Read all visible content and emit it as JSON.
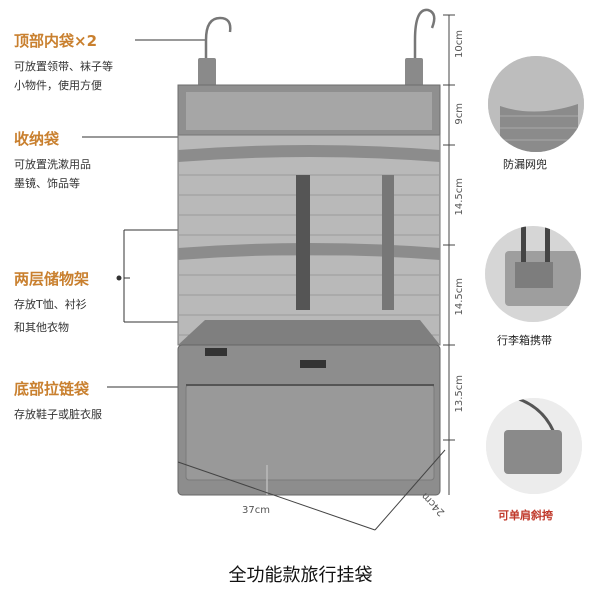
{
  "left_labels": [
    {
      "title": "顶部内袋×2",
      "lines": [
        "可放置领带、袜子等",
        "小物件，使用方便"
      ]
    },
    {
      "title": "收纳袋",
      "lines": [
        "可放置洗漱用品",
        "墨镜、饰品等"
      ]
    },
    {
      "title": "两层储物架",
      "lines": [
        "存放T恤、衬衫",
        "和其他衣物"
      ]
    },
    {
      "title": "底部拉链袋",
      "lines": [
        "存放鞋子或脏衣服"
      ]
    }
  ],
  "dimensions": {
    "h1": "10cm",
    "h2": "9cm",
    "h3": "14.5cm",
    "h4": "14.5cm",
    "h5": "13.5cm",
    "width": "37cm",
    "depth": "24cm"
  },
  "details": [
    {
      "caption": "防漏网兜",
      "icon": "mesh-pocket-icon"
    },
    {
      "caption": "行李箱携带",
      "icon": "luggage-strap-icon"
    },
    {
      "caption": "可单肩斜挎",
      "icon": "shoulder-bag-icon"
    }
  ],
  "caption": "全功能款旅行挂袋",
  "colors": {
    "accent": "#c9802f",
    "red": "#c0392b"
  }
}
